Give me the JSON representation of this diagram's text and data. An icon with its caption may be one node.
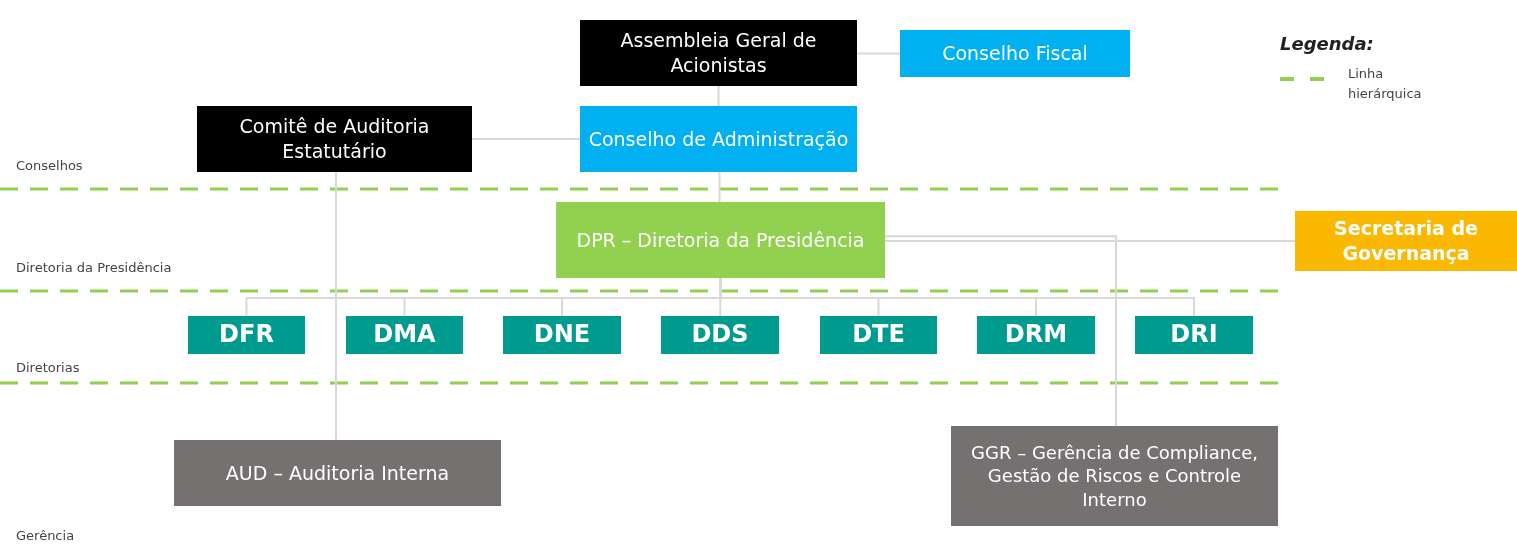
{
  "diagram": {
    "nodes": [
      {
        "text": [
          "Assembleia Geral de Acionistas"
        ]
      },
      {
        "text": [
          "Conselho Fiscal"
        ]
      },
      {
        "text": [
          "Comitê de Auditoria Estatutário"
        ]
      },
      {
        "text": [
          "Conselho de Administração"
        ]
      },
      {
        "text": [
          "DPR – Diretoria da Presidência"
        ]
      },
      {
        "text": [
          "Secretaria de Governança"
        ]
      },
      {
        "text": [
          "DFR"
        ]
      },
      {
        "text": [
          "DMA"
        ]
      },
      {
        "text": [
          "DNE"
        ]
      },
      {
        "text": [
          "DDS"
        ]
      },
      {
        "text": [
          "DTE"
        ]
      },
      {
        "text": [
          "DRM"
        ]
      },
      {
        "text": [
          "DRI"
        ]
      },
      {
        "text": [
          "AUD – Auditoria Interna"
        ]
      },
      {
        "text": [
          "GGR – Gerência de Compliance, Gestão de Riscos e Controle Interno"
        ]
      }
    ],
    "edges": [
      {
        "from": 0,
        "to": 1,
        "arrow": "none"
      },
      {
        "from": 0,
        "to": 3,
        "arrow": "none"
      },
      {
        "from": 3,
        "to": 2,
        "arrow": "none"
      },
      {
        "from": 3,
        "to": 4,
        "arrow": "none"
      },
      {
        "from": 4,
        "to": 5,
        "arrow": "none"
      },
      {
        "from": 4,
        "to": 6,
        "arrow": "none"
      },
      {
        "from": 4,
        "to": 7,
        "arrow": "none"
      },
      {
        "from": 4,
        "to": 8,
        "arrow": "none"
      },
      {
        "from": 4,
        "to": 9,
        "arrow": "none"
      },
      {
        "from": 4,
        "to": 10,
        "arrow": "none"
      },
      {
        "from": 4,
        "to": 11,
        "arrow": "none"
      },
      {
        "from": 4,
        "to": 12,
        "arrow": "none"
      },
      {
        "from": 2,
        "to": 13,
        "arrow": "none"
      },
      {
        "from": 4,
        "to": 14,
        "arrow": "none"
      }
    ],
    "labels": [
      "Legenda:",
      "Conselhos",
      "Diretoria da Presidência",
      "Diretorias",
      "Gerência"
    ],
    "legend": [
      {
        "text": "Linha hierárquica"
      }
    ]
  }
}
